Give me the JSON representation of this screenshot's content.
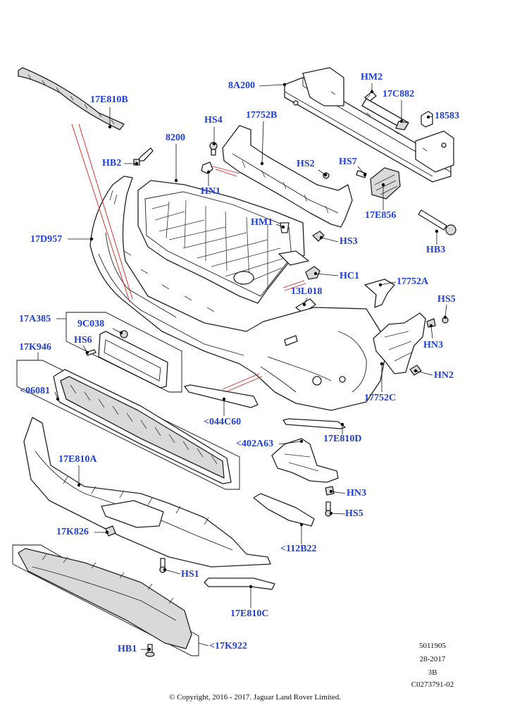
{
  "labels": {
    "l_17E810B": "17E810B",
    "l_8A200": "8A200",
    "l_HM2": "HM2",
    "l_17C882": "17C882",
    "l_18583": "18583",
    "l_HS4": "HS4",
    "l_17752B": "17752B",
    "l_8200": "8200",
    "l_HB2": "HB2",
    "l_HS2": "HS2",
    "l_HS7": "HS7",
    "l_HN1": "HN1",
    "l_17E856": "17E856",
    "l_HM1": "HM1",
    "l_HS3": "HS3",
    "l_17D957": "17D957",
    "l_HB3": "HB3",
    "l_HC1": "HC1",
    "l_17752A": "17752A",
    "l_13L018": "13L018",
    "l_17A385": "17A385",
    "l_9C038": "9C038",
    "l_HS5a": "HS5",
    "l_HS6": "HS6",
    "l_HN3a": "HN3",
    "l_17K946": "17K946",
    "l_HN2": "HN2",
    "l_06081": "<06081",
    "l_17752C": "17752C",
    "l_044C60": "<044C60",
    "l_17E810D": "17E810D",
    "l_402A63": "<402A63",
    "l_17E810A": "17E810A",
    "l_HN3b": "HN3",
    "l_HS5b": "HS5",
    "l_17K826": "17K826",
    "l_112B22": "<112B22",
    "l_HS1": "HS1",
    "l_17E810C": "17E810C",
    "l_HB1": "HB1",
    "l_17K922": "<17K922"
  },
  "meta": {
    "diagram_number": "5011905",
    "date": "28-2017",
    "revision": "3B",
    "reference": "C0273791-02",
    "copyright": "© Copyright, 2016 - 2017. Jaguar Land Rover Limited."
  },
  "colors": {
    "callout": "#1f3fd6",
    "line": "#222222",
    "highlight_line": "#e02020",
    "background": "#ffffff"
  }
}
